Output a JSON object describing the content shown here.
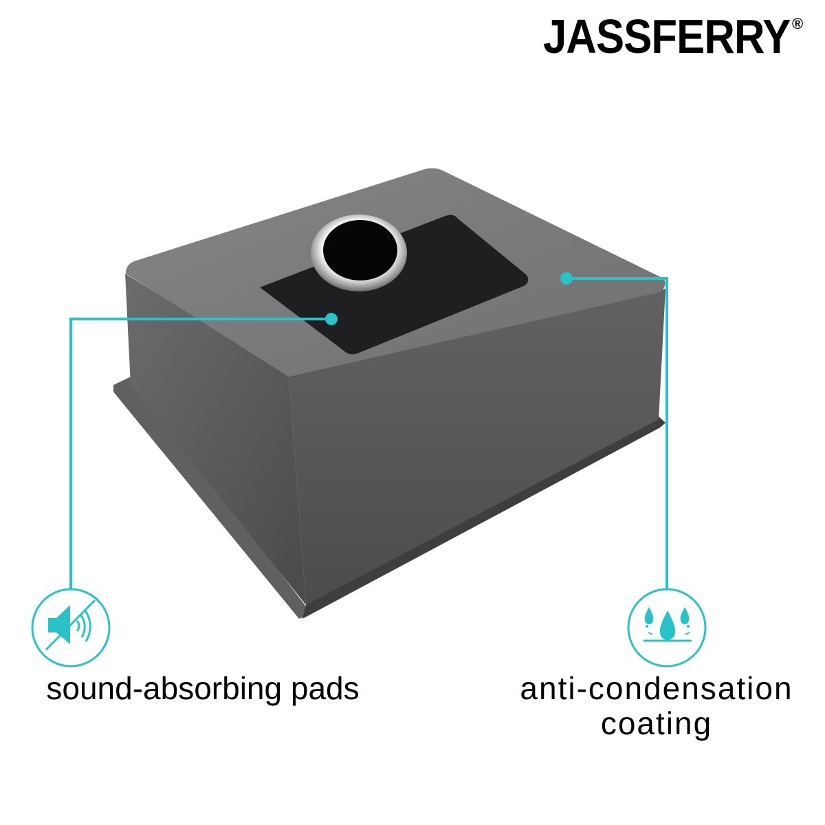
{
  "brand": {
    "name": "JASSFERRY",
    "registered_mark": "®"
  },
  "colors": {
    "accent": "#28c3c8",
    "sink_top": "#7a7a7a",
    "sink_side": "#5a5a5a",
    "sink_front": "#4e4e4e",
    "pad": "#1d1d1f",
    "text": "#000000",
    "background": "#ffffff"
  },
  "product": {
    "description": "undermount sink, underside view with drain hole"
  },
  "features": [
    {
      "id": "sound-absorbing-pads",
      "label": "sound-absorbing pads",
      "icon": "muted-speaker-icon"
    },
    {
      "id": "anti-condensation-coating",
      "label_line1": "anti-condensation",
      "label_line2": "coating",
      "icon": "water-drops-icon"
    }
  ]
}
